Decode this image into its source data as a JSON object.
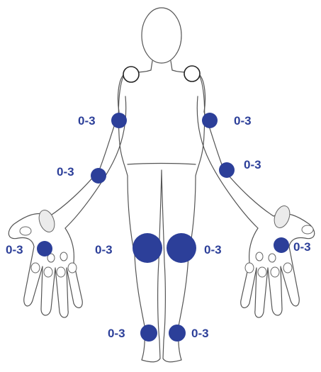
{
  "colors": {
    "marker": "#2c3f99",
    "label": "#2c3f99",
    "outline": "#555555"
  },
  "joints": {
    "shoulder_left": {
      "state": "unmarked"
    },
    "shoulder_right": {
      "state": "unmarked"
    },
    "elbow_right_side": {
      "label": "0-3"
    },
    "elbow_left_side": {
      "label": "0-3"
    },
    "wrist_right_side": {
      "label": "0-3"
    },
    "wrist_left_side": {
      "label": "0-3"
    },
    "hand_right_side": {
      "label": "0-3"
    },
    "hand_left_side": {
      "label": "0-3"
    },
    "knee_right_side": {
      "label": "0-3"
    },
    "knee_left_side": {
      "label": "0-3"
    },
    "ankle_right_side": {
      "label": "0-3"
    },
    "ankle_left_side": {
      "label": "0-3"
    }
  }
}
